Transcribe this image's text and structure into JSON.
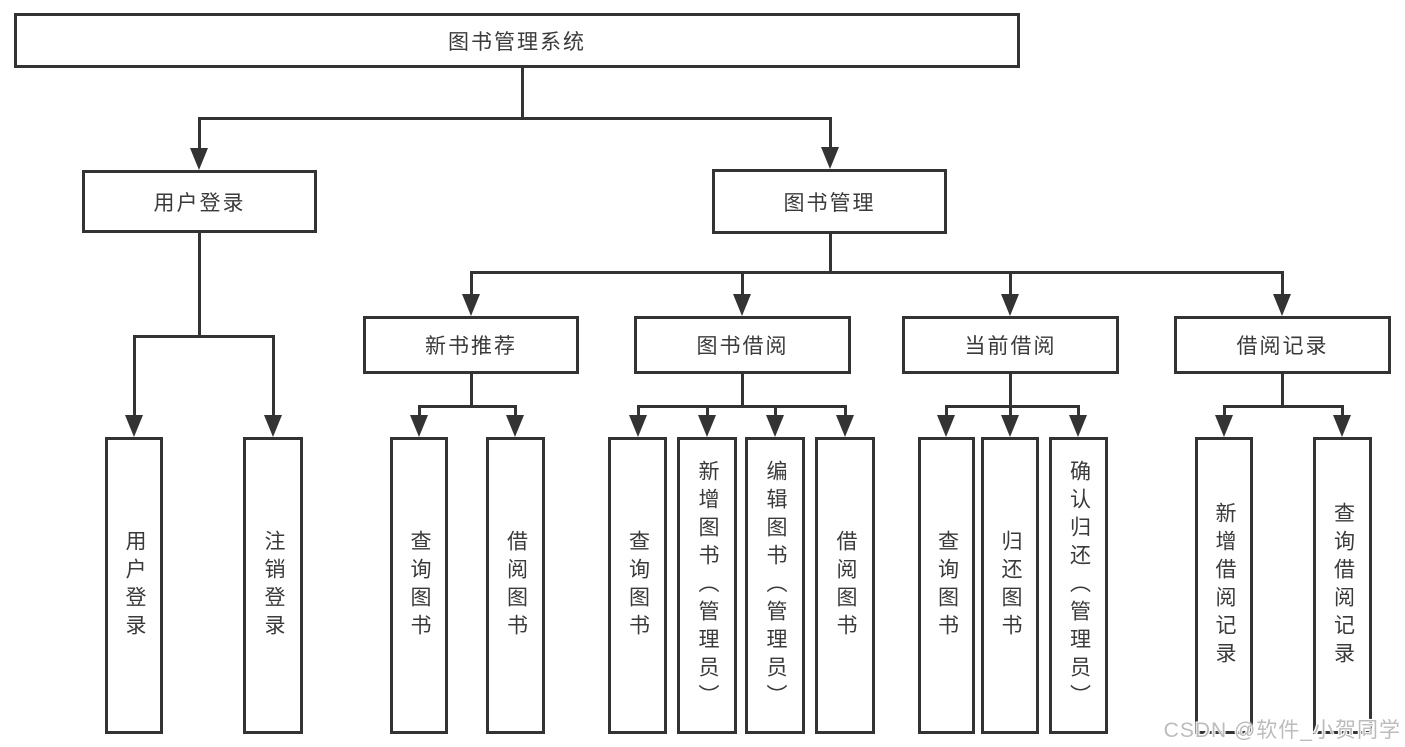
{
  "tree": {
    "root": "图书管理系统",
    "branches": {
      "user_login": {
        "label": "用户登录",
        "leaves": [
          "用户登录",
          "注销登录"
        ]
      },
      "book_mgmt": {
        "label": "图书管理",
        "groups": [
          {
            "label": "新书推荐",
            "leaves": [
              "查询图书",
              "借阅图书"
            ]
          },
          {
            "label": "图书借阅",
            "leaves": [
              "查询图书",
              "新增图书（管理员）",
              "编辑图书（管理员）",
              "借阅图书"
            ]
          },
          {
            "label": "当前借阅",
            "leaves": [
              "查询图书",
              "归还图书",
              "确认归还（管理员）"
            ]
          },
          {
            "label": "借阅记录",
            "leaves": [
              "新增借阅记录",
              "查询借阅记录"
            ]
          }
        ]
      }
    }
  },
  "watermark": {
    "text": "CSDN @软件_小贺同学"
  },
  "colors": {
    "line": "#333333",
    "text": "#3a3a3a",
    "background": "#ffffff",
    "watermark": "#bcbcbc"
  }
}
